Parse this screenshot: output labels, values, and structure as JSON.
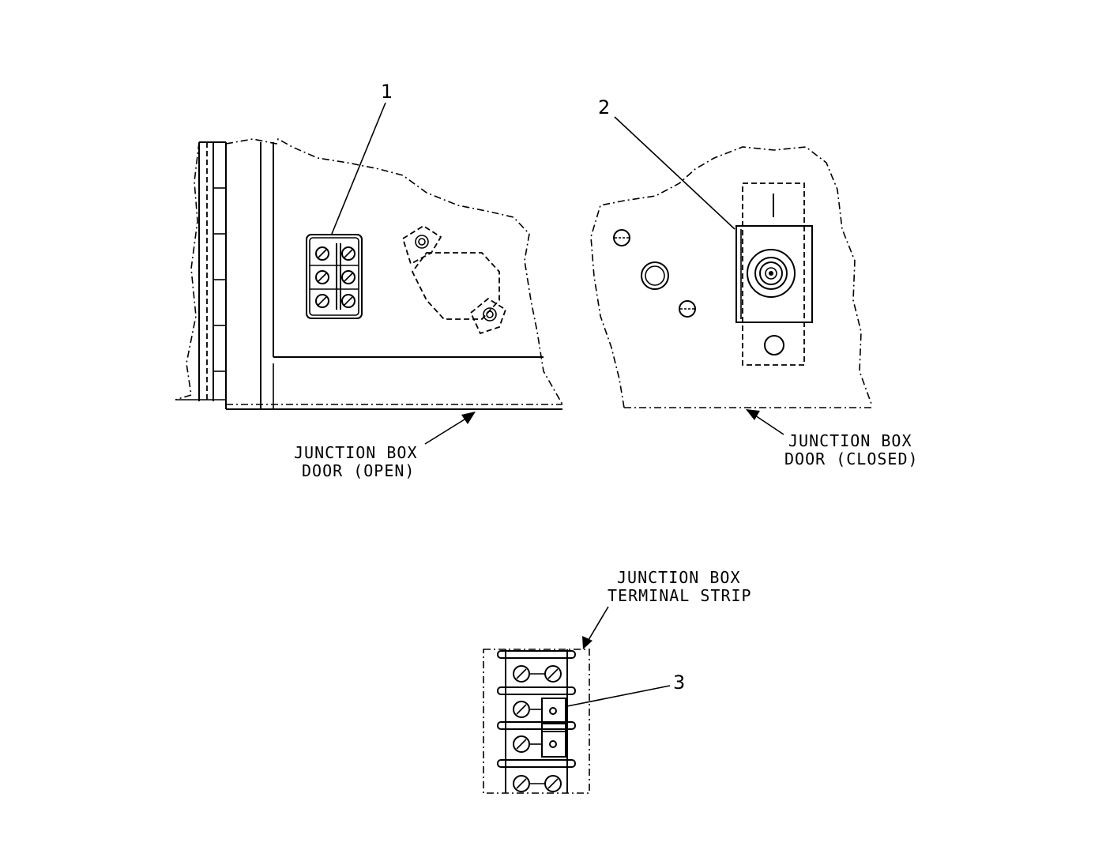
{
  "callouts": {
    "item1": "1",
    "item2": "2",
    "item3": "3"
  },
  "labels": {
    "door_open_line1": "JUNCTION BOX",
    "door_open_line2": "DOOR (OPEN)",
    "door_closed_line1": "JUNCTION BOX",
    "door_closed_line2": "DOOR (CLOSED)",
    "terminal_strip_line1": "JUNCTION BOX",
    "terminal_strip_line2": "TERMINAL STRIP"
  }
}
